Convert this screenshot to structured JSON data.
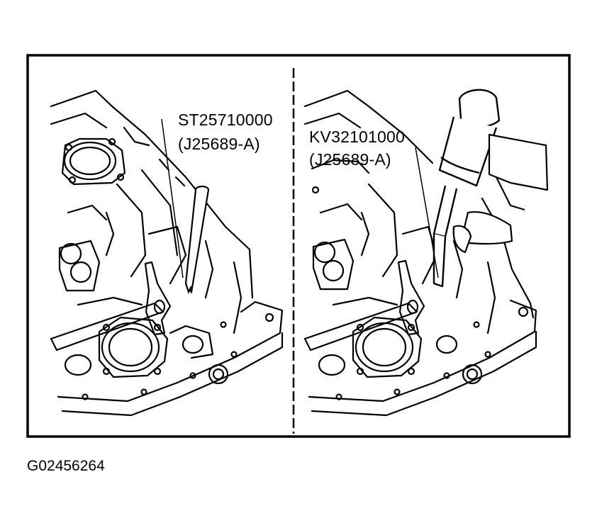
{
  "figure_id": "G02456264",
  "left_panel": {
    "tool_number": "ST25710000",
    "tool_alt_number": "(J25689-A)"
  },
  "right_panel": {
    "tool_number": "KV32101000",
    "tool_alt_number": "(J25689-A)"
  },
  "colors": {
    "ink": "#000000",
    "background": "#ffffff"
  }
}
